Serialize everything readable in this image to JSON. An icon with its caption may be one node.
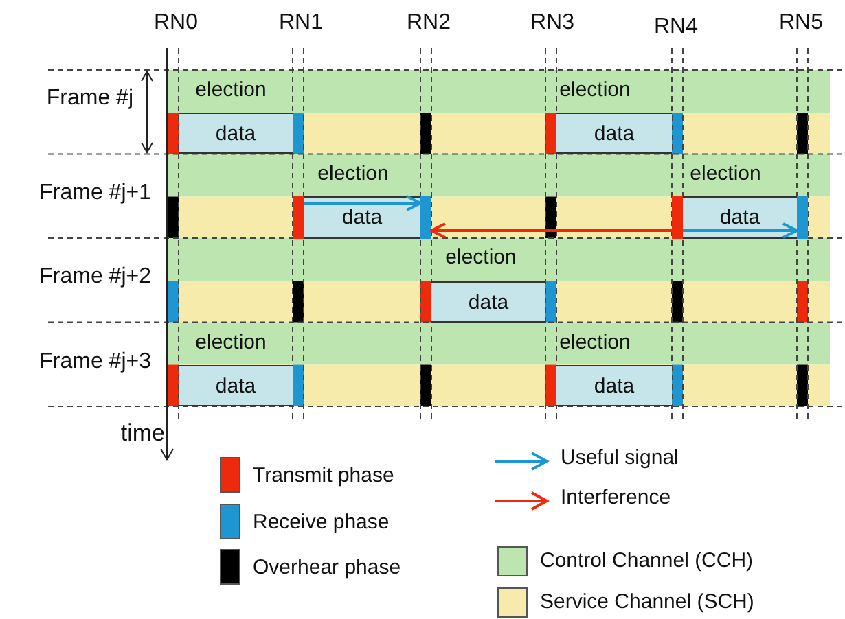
{
  "diagram": {
    "nodes": [
      {
        "text": [
          "data"
        ]
      },
      {
        "text": [
          "data"
        ]
      },
      {
        "text": [],
        "shape": "bar"
      },
      {
        "text": [
          "data"
        ]
      },
      {
        "text": [],
        "shape": "bar"
      },
      {
        "text": [],
        "shape": "bar"
      },
      {
        "text": [
          "data"
        ]
      },
      {
        "text": [],
        "shape": "bar"
      },
      {
        "text": [
          "data"
        ]
      },
      {
        "text": [
          "data"
        ]
      },
      {
        "text": [
          "data"
        ]
      }
    ],
    "edges": [
      {
        "from": 3,
        "to": 4,
        "arrow": "to"
      },
      {
        "from": 5,
        "to": 4,
        "arrow": "to",
        "color": "#ee2a0c"
      },
      {
        "from": 6,
        "to": 7,
        "arrow": "to"
      }
    ],
    "labels": [
      "RN0",
      "RN1",
      "RN2",
      "RN3",
      "RN4",
      "RN5",
      "Frame #j",
      "election",
      "election",
      "Frame #j+1",
      "election",
      "election",
      "Frame #j+2",
      "election",
      "Frame #j+3",
      "election",
      "election",
      "time"
    ],
    "legend": [
      {
        "text": "Transmit phase",
        "color": "#ee2a0c"
      },
      {
        "text": "Receive phase",
        "color": "#1e96d2"
      },
      {
        "text": "Overhear phase",
        "color": "#000000"
      },
      {
        "text": "Useful signal"
      },
      {
        "text": "Interference"
      },
      {
        "text": "Control Channel (CCH)",
        "color": "#bde5b0"
      },
      {
        "text": "Service Channel (SCH)",
        "color": "#f6ebaa"
      }
    ]
  }
}
